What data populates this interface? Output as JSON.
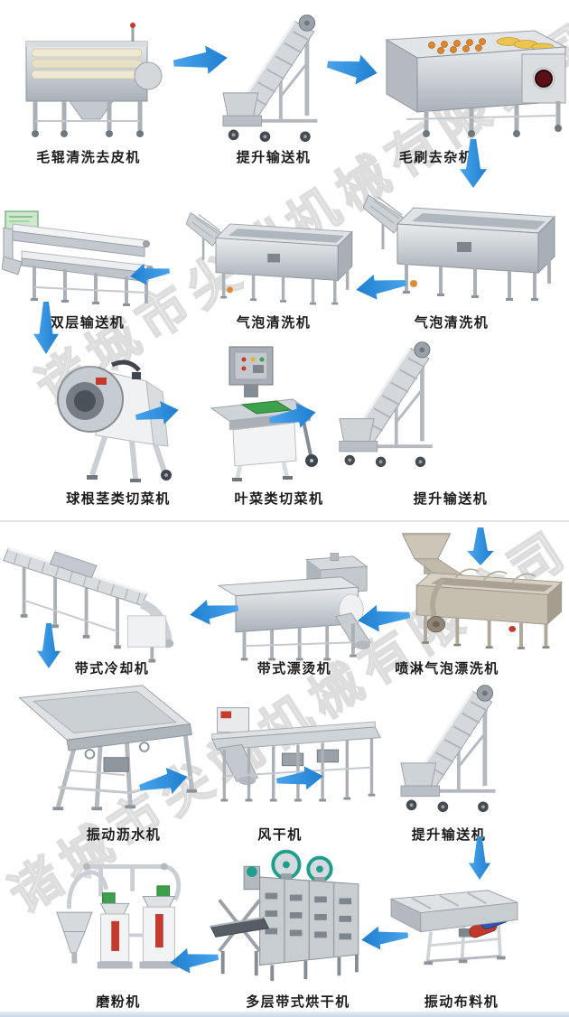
{
  "watermark": {
    "text": "诸城市尖端机械有限公司"
  },
  "colors": {
    "arrow": "#2E8FDB",
    "divider": "#e4e4e4",
    "label": "#1c1c1c",
    "bottom_bar": "#cfdfeb",
    "background": "#ffffff"
  },
  "stations": [
    {
      "label": "毛辊清洗去皮机"
    },
    {
      "label": "提升输送机"
    },
    {
      "label": "毛刷去杂机"
    },
    {
      "label": "气泡清洗机"
    },
    {
      "label": "气泡清洗机"
    },
    {
      "label": "双层输送机"
    },
    {
      "label": "球根茎类切菜机"
    },
    {
      "label": "叶菜类切菜机"
    },
    {
      "label": "提升输送机"
    },
    {
      "label": "喷淋气泡漂洗机"
    },
    {
      "label": "带式漂烫机"
    },
    {
      "label": "带式冷却机"
    },
    {
      "label": "振动沥水机"
    },
    {
      "label": "风干机"
    },
    {
      "label": "提升输送机"
    },
    {
      "label": "振动布料机"
    },
    {
      "label": "多层带式烘干机"
    },
    {
      "label": "磨粉机"
    }
  ],
  "arrows": [
    {
      "from": 0,
      "to": 1,
      "direction": "right"
    },
    {
      "from": 1,
      "to": 2,
      "direction": "right"
    },
    {
      "from": 2,
      "to": 3,
      "direction": "down"
    },
    {
      "from": 3,
      "to": 4,
      "direction": "left"
    },
    {
      "from": 4,
      "to": 5,
      "direction": "left"
    },
    {
      "from": 5,
      "to": 6,
      "direction": "down"
    },
    {
      "from": 6,
      "to": 7,
      "direction": "right"
    },
    {
      "from": 7,
      "to": 8,
      "direction": "right"
    },
    {
      "from": 8,
      "to": 9,
      "direction": "down"
    },
    {
      "from": 9,
      "to": 10,
      "direction": "left"
    },
    {
      "from": 10,
      "to": 11,
      "direction": "left"
    },
    {
      "from": 11,
      "to": 12,
      "direction": "down"
    },
    {
      "from": 12,
      "to": 13,
      "direction": "right"
    },
    {
      "from": 13,
      "to": 14,
      "direction": "right"
    },
    {
      "from": 14,
      "to": 15,
      "direction": "down"
    },
    {
      "from": 15,
      "to": 16,
      "direction": "left"
    },
    {
      "from": 16,
      "to": 17,
      "direction": "left"
    }
  ]
}
